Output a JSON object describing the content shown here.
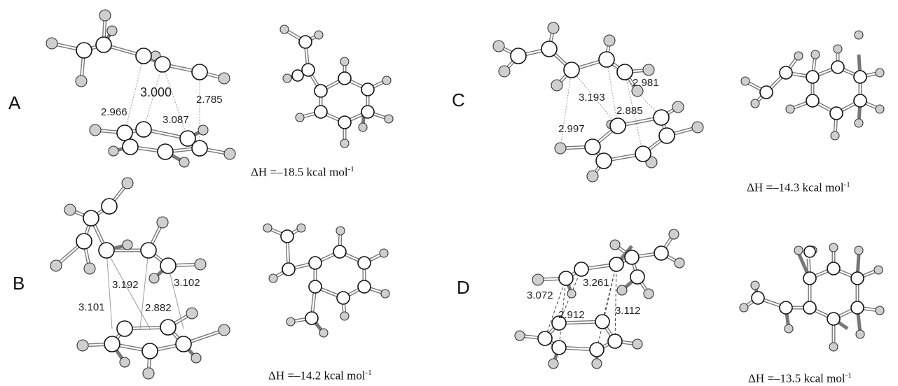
{
  "panels": [
    {
      "label": "A",
      "distances": [
        "3.000",
        "2.966",
        "3.087",
        "2.785"
      ],
      "energy": "ΔH =–18.5 kcal mol",
      "energy_sup": "-1"
    },
    {
      "label": "B",
      "distances": [
        "3.192",
        "3.102",
        "3.101",
        "2.882"
      ],
      "energy": "ΔH =–14.2 kcal mol",
      "energy_sup": "-1"
    },
    {
      "label": "C",
      "distances": [
        "3.193",
        "2.981",
        "2.885",
        "2.997"
      ],
      "energy": "ΔH =–14.3 kcal mol",
      "energy_sup": "-1"
    },
    {
      "label": "D",
      "distances": [
        "3.261",
        "3.072",
        "2.912",
        "3.112"
      ],
      "energy": "ΔH =–13.5 kcal mol",
      "energy_sup": "-1"
    }
  ],
  "colors": {
    "carbon_fill": "#ffffff",
    "hydrogen_fill": "#cfcfcf",
    "bond": "#777777"
  }
}
